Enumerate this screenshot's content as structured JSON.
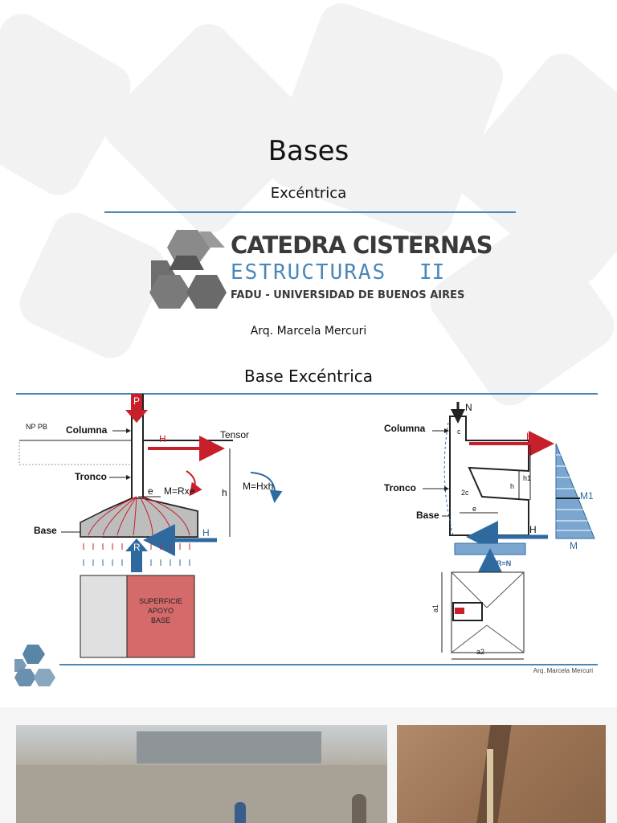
{
  "slide1": {
    "title": "Bases",
    "subtitle": "Excéntrica",
    "logo": {
      "line1": "CATEDRA CISTERNAS",
      "line2": "ESTRUCTURAS",
      "line2_num": "II",
      "line3": "FADU - UNIVERSIDAD DE BUENOS AIRES"
    },
    "author": "Arq. Marcela Mercuri"
  },
  "slide2": {
    "title": "Base Excéntrica",
    "left": {
      "np": "NP PB",
      "columna": "Columna",
      "tronco": "Tronco",
      "base": "Base",
      "tensor": "Tensor",
      "P": "P",
      "H": "H",
      "H2": "H",
      "R": "R",
      "e": "e",
      "h": "h",
      "mrxe": "M=Rxe",
      "mhxh": "M=Hxh",
      "superficie": [
        "SUPERFICIE",
        "APOYO",
        "BASE"
      ]
    },
    "right": {
      "N": "N",
      "columna": "Columna",
      "tronco": "Tronco",
      "base": "Base",
      "c": "c",
      "twoc": "2c",
      "e": "e",
      "h": "h",
      "h1": "h1",
      "H_top": "H",
      "H_bot": "H",
      "M1": "M1",
      "M": "M",
      "RN": "R=N",
      "a1": "a1",
      "a2": "a2"
    },
    "footer": "Arq. Marcela Mercuri"
  },
  "colors": {
    "accent": "#4a87b9",
    "red": "#c8202a",
    "blue": "#2e6aa0",
    "base_fill": "#d46a6a"
  }
}
